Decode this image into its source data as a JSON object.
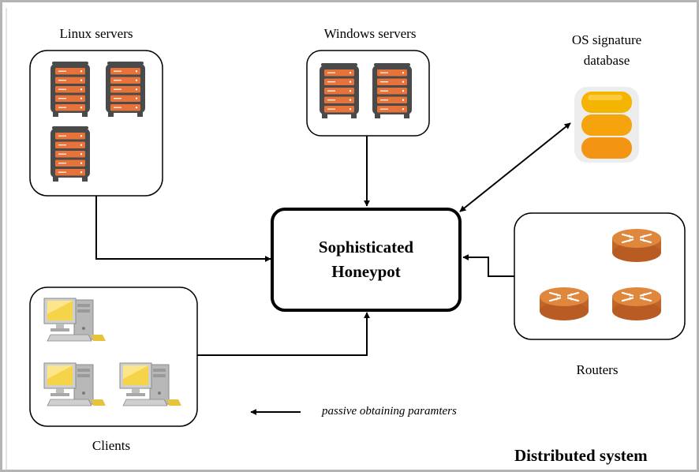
{
  "groups": {
    "linux": {
      "label": "Linux servers"
    },
    "windows": {
      "label": "Windows servers"
    },
    "os_db": {
      "label_line1": "OS signature",
      "label_line2": "database"
    },
    "routers": {
      "label": "Routers"
    },
    "clients": {
      "label": "Clients"
    }
  },
  "honeypot": {
    "line1": "Sophisticated",
    "line2": "Honeypot"
  },
  "legend": {
    "text": "passive obtaining paramters"
  },
  "system": {
    "label": "Distributed system"
  },
  "colors": {
    "frame_border": "#b4b4b4",
    "server_orange": "#e8733a",
    "server_frame": "#4a4a4a",
    "database_gold": "#f5b400",
    "database_orange": "#f39412",
    "router_orange": "#d8782c",
    "monitor_yellow": "#f6d44a",
    "computer_gray": "#c8c8c8"
  },
  "icons": [
    "server-rack-icon",
    "database-icon",
    "router-icon",
    "desktop-computer-icon"
  ]
}
